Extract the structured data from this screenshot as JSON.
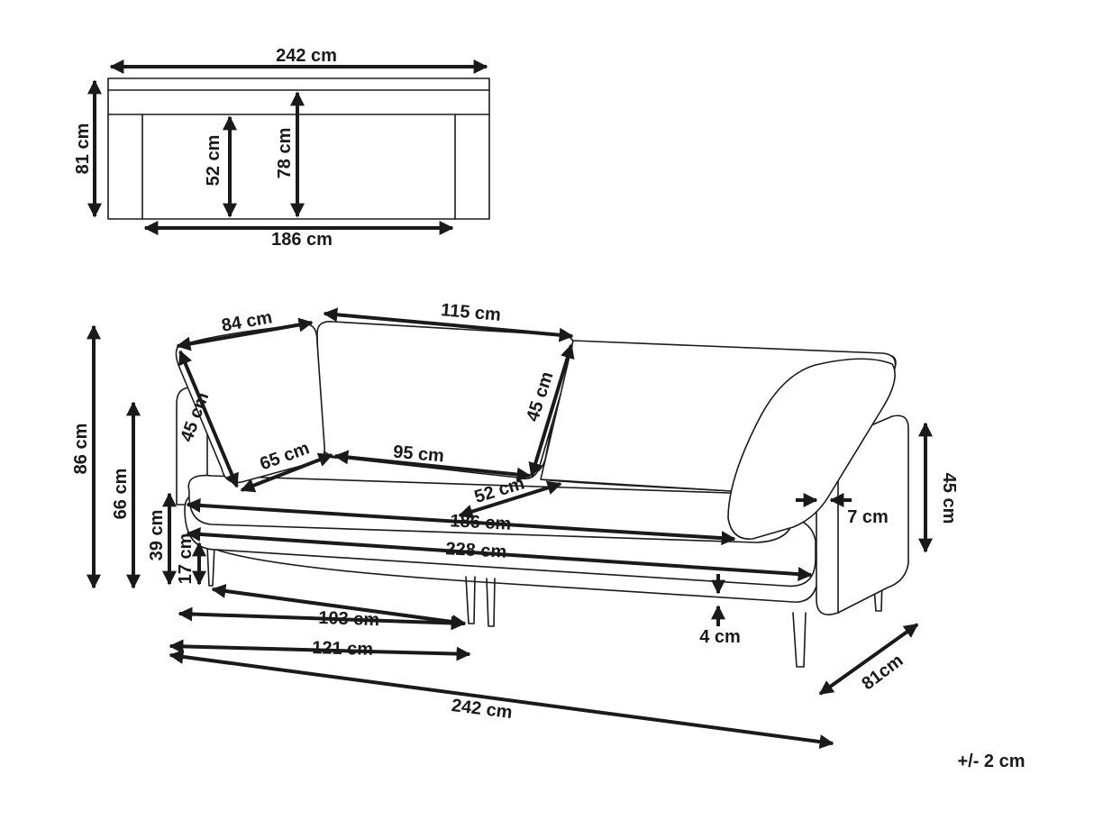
{
  "top_view": {
    "width_total": "242 cm",
    "depth_total": "81 cm",
    "seat_depth": "52 cm",
    "inner_depth": "78 cm",
    "seat_width": "186 cm"
  },
  "front_view": {
    "cushion_width": "84 cm",
    "backrest_width": "115 cm",
    "cushion_height": "45 cm",
    "backrest_height": "45 cm",
    "cushion_depth": "65 cm",
    "seat_back_width": "95 cm",
    "seat_depth": "52 cm",
    "seat_width": "186 cm",
    "inner_length": "228 cm",
    "total_height": "86 cm",
    "armrest_height": "66 cm",
    "seat_height": "39 cm",
    "leg_height": "17 cm",
    "armrest_width": "7 cm",
    "arm_side_height": "45 cm",
    "base_thickness": "4 cm",
    "leg_span_front": "103 cm",
    "half_length": "121 cm",
    "total_length": "242 cm",
    "total_depth": "81cm"
  },
  "tolerance": "+/- 2 cm"
}
